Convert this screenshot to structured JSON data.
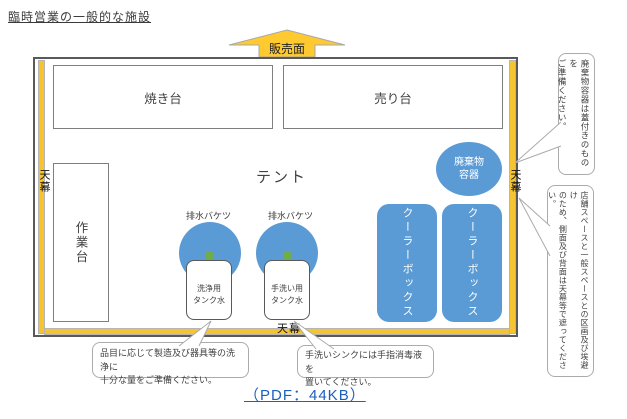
{
  "page": {
    "title": "臨時営業の一般的な施設",
    "pdf_link_label": "（PDF：44KB）"
  },
  "colors": {
    "curtain_yellow": "#f7c431",
    "equipment_blue": "#5b9bd5",
    "drain_green": "#70ad47",
    "link_blue": "#1b5fbf",
    "frame_gray": "#595959"
  },
  "diagram": {
    "arrow_label": "販売面",
    "tent_label": "テント",
    "grill_stand_label": "焼き台",
    "sales_stand_label": "売り台",
    "work_table_label": "作業台",
    "curtain_left_label": "天幕",
    "curtain_right_label": "天幕",
    "curtain_bottom_label": "天幕",
    "drain_bucket_1_label": "排水バケツ",
    "drain_bucket_2_label": "排水バケツ",
    "tank_1": {
      "line1": "洗浄用",
      "line2": "タンク水"
    },
    "tank_2": {
      "line1": "手洗い用",
      "line2": "タンク水"
    },
    "waste_container": {
      "line1": "廃棄物",
      "line2": "容器"
    },
    "cooler_box_1_label": "クーラーボックス",
    "cooler_box_2_label": "クーラーボックス"
  },
  "callouts": {
    "waste_lid": {
      "col1": "廃棄物容器は蓋付きのものを",
      "col2": "ご準備ください。"
    },
    "partition": {
      "col1": "店舗スペースと一般スペースとの区画及び埃避け",
      "col2": "のため、側面及び背面は天幕等で遮ってください。"
    },
    "washing": {
      "line1": "品目に応じて製造及び器具等の洗浄に",
      "line2": "十分な量をご準備ください。"
    },
    "sanitizer": {
      "line1": "手洗いシンクには手指消毒液を",
      "line2": "置いてください。"
    }
  }
}
